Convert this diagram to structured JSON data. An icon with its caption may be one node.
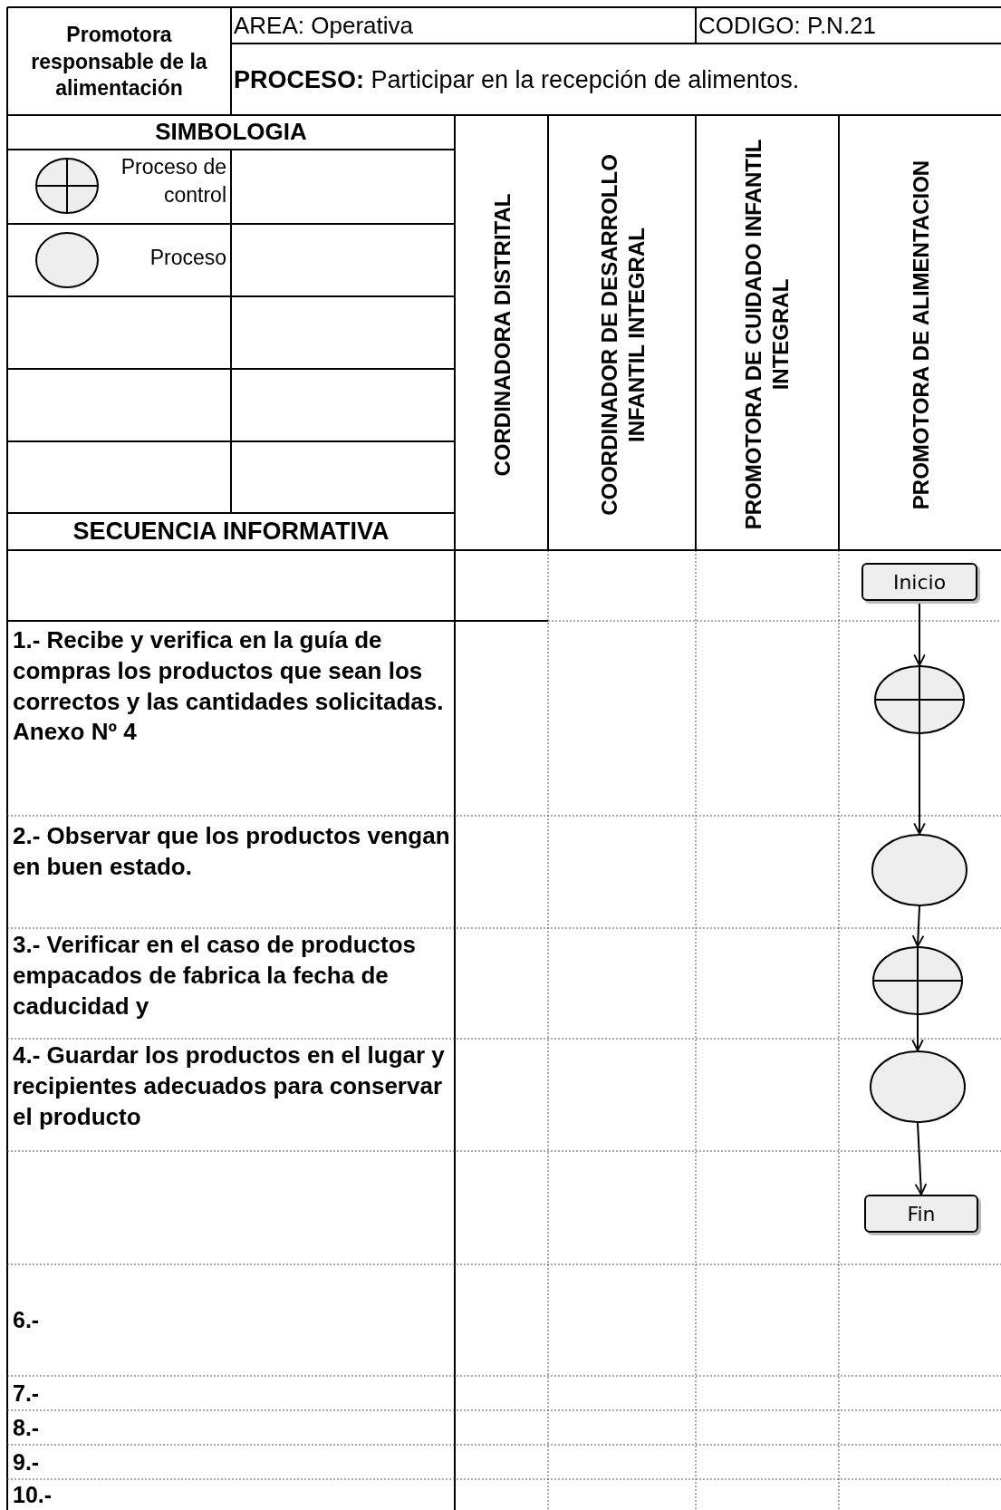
{
  "diagram": {
    "nodes": [
      {
        "text": [
          "Inicio"
        ]
      },
      {
        "text": [],
        "shape": "circle"
      },
      {
        "text": [],
        "shape": "circle"
      },
      {
        "text": [],
        "shape": "circle"
      },
      {
        "text": [],
        "shape": "circle"
      },
      {
        "text": [
          "Fin"
        ]
      }
    ],
    "edges": [
      {
        "from": 0,
        "to": 1,
        "arrow": "to"
      },
      {
        "from": 1,
        "to": 2,
        "arrow": "to"
      },
      {
        "from": 2,
        "to": 3,
        "arrow": "to"
      },
      {
        "from": 3,
        "to": 4,
        "arrow": "to"
      },
      {
        "from": 4,
        "to": 5,
        "arrow": "to"
      }
    ],
    "labels": [
      "Promotora responsable de la alimentación",
      "AREA: Operativa",
      "CODIGO: P.N.21",
      "**PROCESO:** Participar en la recepción de alimentos.",
      "SIMBOLOGIA",
      "SECUENCIA INFORMATIVA",
      "CORDINADORA DISTRITAL",
      "COORDINADOR DE DESARROLLO INFANTIL INTEGRAL",
      "PROMOTORA DE CUIDADO INFANTIL INTEGRAL",
      "PROMOTORA DE ALIMENTACION",
      "1.- Recibe y verifica en la guía de compras los productos que sean los correctos y las cantidades solicitadas. Anexo Nº 4",
      "2.- Observar que los productos vengan en buen estado.",
      "3.- Verificar en el caso de productos empacados de fabrica la fecha de caducidad y",
      "4.- Guardar los productos en el lugar y recipientes adecuados para conservar el producto",
      "6.-",
      "7.-",
      "8.-",
      "9.-",
      "10.-"
    ],
    "legend": [
      {
        "text": "Proceso de control"
      },
      {
        "text": "Proceso"
      }
    ]
  }
}
